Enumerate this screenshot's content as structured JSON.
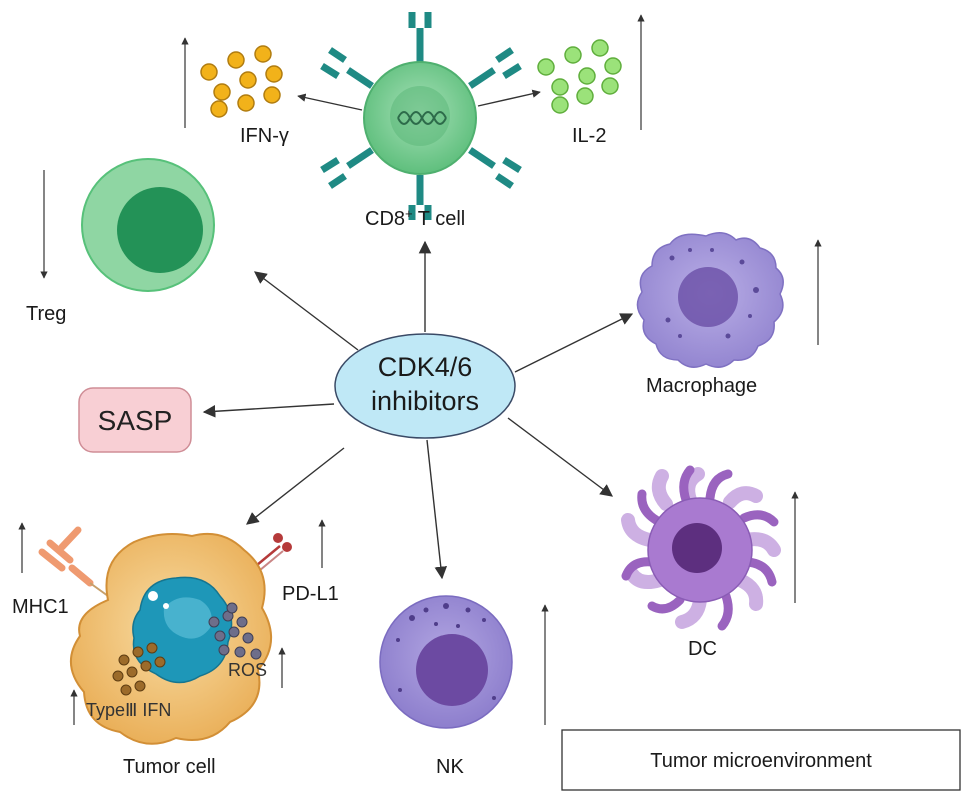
{
  "center": {
    "line1": "CDK4/6",
    "line2": "inhibitors"
  },
  "cells": {
    "cd8": {
      "label_main": "CD8",
      "label_sup": "+",
      "label_rest": " T cell"
    },
    "treg": "Treg",
    "macrophage": "Macrophage",
    "dc": "DC",
    "nk": "NK",
    "tumor": "Tumor cell"
  },
  "cytokines": {
    "ifn_gamma": "IFN-γ",
    "il2": "IL-2"
  },
  "sasp": "SASP",
  "tumor_markers": {
    "mhc1": "MHC1",
    "pdl1": "PD-L1",
    "ros": "ROS",
    "type3_ifn": "TypeⅢ IFN"
  },
  "legend": "Tumor microenvironment",
  "colors": {
    "center_fill": "#bfe8f6",
    "sasp_fill": "#f8cfd4",
    "tcell_green": "#7fcf97",
    "treg_green": "#8fd6a3",
    "macrophage_purple": "#a79ad8",
    "dc_purple": "#a678c8",
    "nk_purple": "#9a8bd0",
    "tumor_orange": "#f2c67a",
    "nucleus_blue": "#2fa7c4",
    "ifn_orange": "#f2b21a",
    "il2_green": "#9be27a"
  }
}
